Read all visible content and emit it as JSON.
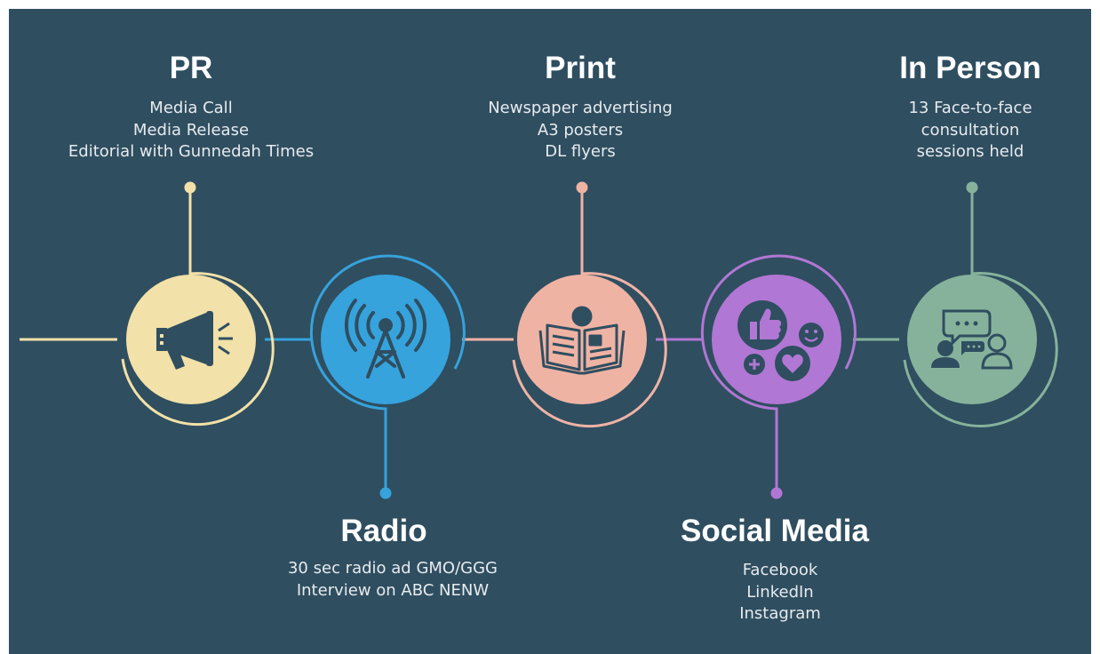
{
  "background_color": "#2f4e60",
  "channels": [
    {
      "id": "pr",
      "title": "PR",
      "lines": [
        "Media Call",
        "Media Release",
        "Editorial with Gunnedah Times"
      ],
      "color": "#f2e1a8",
      "icon": "megaphone-icon"
    },
    {
      "id": "radio",
      "title": "Radio",
      "lines": [
        "30 sec radio ad GMO/GGG",
        "Interview on ABC NENW"
      ],
      "color": "#36a3dc",
      "icon": "radio-tower-icon"
    },
    {
      "id": "print",
      "title": "Print",
      "lines": [
        "Newspaper advertising",
        "A3 posters",
        "DL flyers"
      ],
      "color": "#efb3a4",
      "icon": "newspaper-icon"
    },
    {
      "id": "social",
      "title": "Social Media",
      "lines": [
        "Facebook",
        "LinkedIn",
        "Instagram"
      ],
      "color": "#b177d4",
      "icon": "social-media-icon"
    },
    {
      "id": "inperson",
      "title": "In Person",
      "lines": [
        "13 Face-to-face",
        "consultation",
        "sessions held"
      ],
      "color": "#86b29b",
      "icon": "conversation-icon"
    }
  ]
}
